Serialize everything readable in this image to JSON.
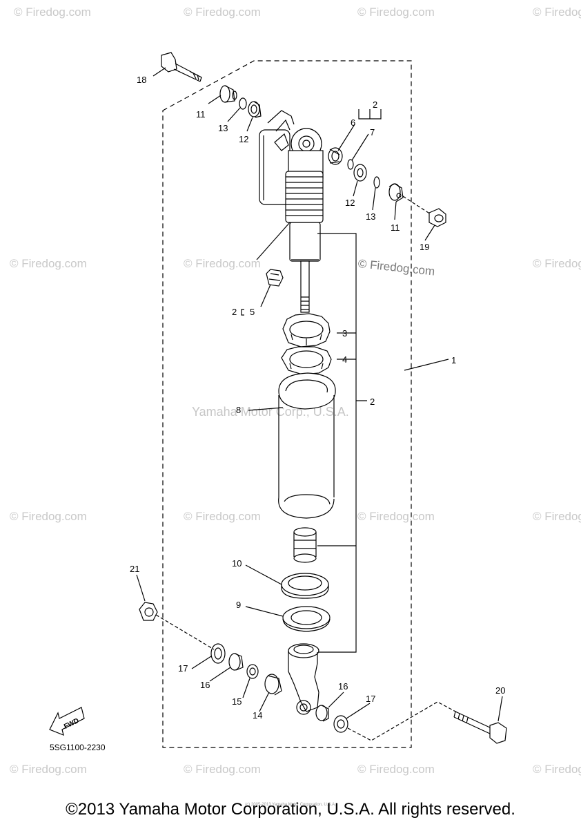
{
  "watermarks": {
    "corner": "© Firedog.com",
    "central": "© Firedog.com",
    "company": "Yamaha Motor Corp., U.S.A."
  },
  "part_labels": [
    "1",
    "2",
    "2",
    "2",
    "3",
    "4",
    "5",
    "6",
    "7",
    "8",
    "9",
    "10",
    "11",
    "11",
    "12",
    "12",
    "13",
    "13",
    "14",
    "15",
    "16",
    "16",
    "17",
    "17",
    "18",
    "19",
    "20",
    "21"
  ],
  "labels": {
    "p1": "1",
    "p2a": "2",
    "p2b": "2",
    "p2c": "2",
    "p3": "3",
    "p4": "4",
    "p5": "5",
    "p6": "6",
    "p7": "7",
    "p8": "8",
    "p9": "9",
    "p10": "10",
    "p11a": "11",
    "p11b": "11",
    "p12a": "12",
    "p12b": "12",
    "p13a": "13",
    "p13b": "13",
    "p14": "14",
    "p15": "15",
    "p16a": "16",
    "p16b": "16",
    "p17a": "17",
    "p17b": "17",
    "p18": "18",
    "p19": "19",
    "p20": "20",
    "p21": "21"
  },
  "diagram_code": "5SG1100-2230",
  "fwd_label": "FWD",
  "copyright": "©2013 Yamaha Motor Corporation, U.S.A. All rights reserved.",
  "tiny_notice": "(c) 2005-2013 Yamaha Motor Corporation, U.S.A."
}
